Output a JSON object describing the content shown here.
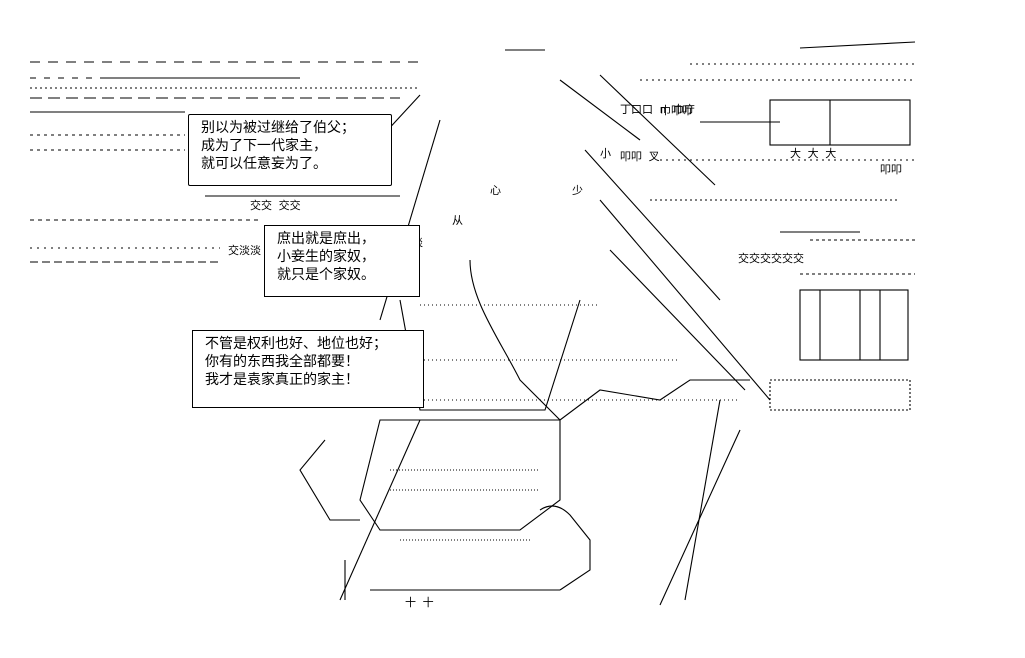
{
  "bubbles": {
    "top": [
      "别以为被过继给了伯父；",
      "成为了下一代家主，",
      "就可以任意妄为了。"
    ],
    "middle": [
      "庶出就是庶出，",
      "小妾生的家奴，",
      "就只是个家奴。"
    ],
    "bottom": [
      "不管是权利也好、地位也好；",
      "你有的东西我全部都要！",
      "我才是袁家真正的家主！"
    ]
  },
  "art_labels": {
    "row1": "交交 交交",
    "row2": "交淡淡",
    "row3": "淡",
    "row4": "交交交交交交",
    "row5": "从",
    "row6": "小",
    "row7": "少",
    "row8": "心",
    "row9": "叩叩 叉",
    "row10": "丁口口 n 巾庁",
    "row11": "大 大 大",
    "row12": "叩叩",
    "row13": "十 十",
    "row14": "巾叩叩"
  },
  "colors": {
    "ink": "#000000",
    "paper": "#ffffff"
  }
}
